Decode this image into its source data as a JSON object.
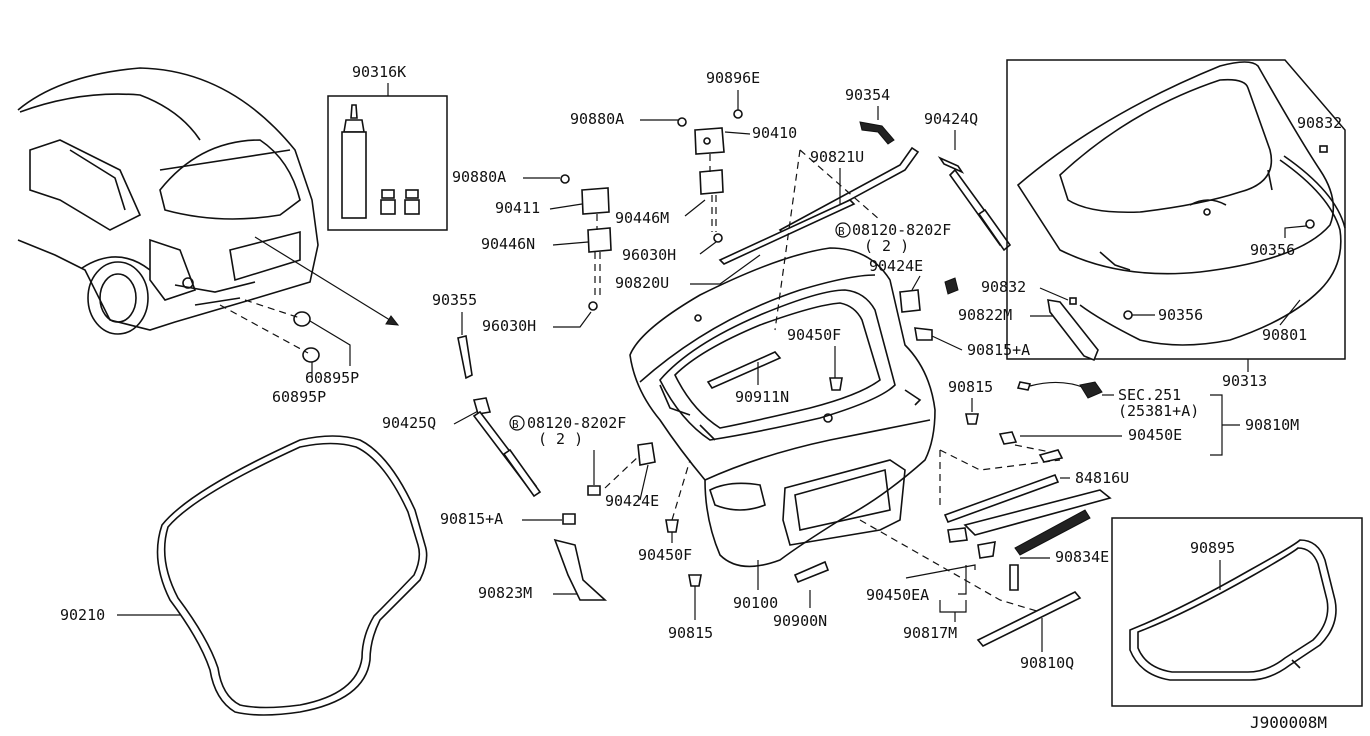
{
  "diagram_code": "J900008M",
  "labels": {
    "p90316K": "90316K",
    "p90896E": "90896E",
    "p90880A_1": "90880A",
    "p90410": "90410",
    "p90354": "90354",
    "p90424Q": "90424Q",
    "p90832_1": "90832",
    "p90880A_2": "90880A",
    "p90821U": "90821U",
    "p90411": "90411",
    "p90446M": "90446M",
    "p90446N": "90446N",
    "p96030H_1": "96030H",
    "p08120_1": "08120-8202F",
    "p08120_1q": "( 2 )",
    "p90820U": "90820U",
    "p90424E_1": "90424E",
    "p90356_1": "90356",
    "p90832_2": "90832",
    "p90822M": "90822M",
    "p90356_2": "90356",
    "p90801": "90801",
    "p90355": "90355",
    "p96030H_2": "96030H",
    "p90450F_1": "90450F",
    "p90815A_1": "90815+A",
    "p60895P_1": "60895P",
    "p60895P_2": "60895P",
    "p90911N": "90911N",
    "p90313": "90313",
    "p90815_1": "90815",
    "pSEC251": "SEC.251",
    "pSEC251q": "(25381+A)",
    "p90425Q": "90425Q",
    "p08120_2": "08120-8202F",
    "p08120_2q": "( 2 )",
    "p90450E": "90450E",
    "p90810M": "90810M",
    "p84816U": "84816U",
    "p90424E_2": "90424E",
    "p90815A_2": "90815+A",
    "p90450F_2": "90450F",
    "p90834E": "90834E",
    "p90895": "90895",
    "p90210": "90210",
    "p90823M": "90823M",
    "p90100": "90100",
    "p90450EA": "90450EA",
    "p90815_2": "90815",
    "p90900N": "90900N",
    "p90817M": "90817M",
    "p90810Q": "90810Q",
    "b_mark": "B"
  }
}
